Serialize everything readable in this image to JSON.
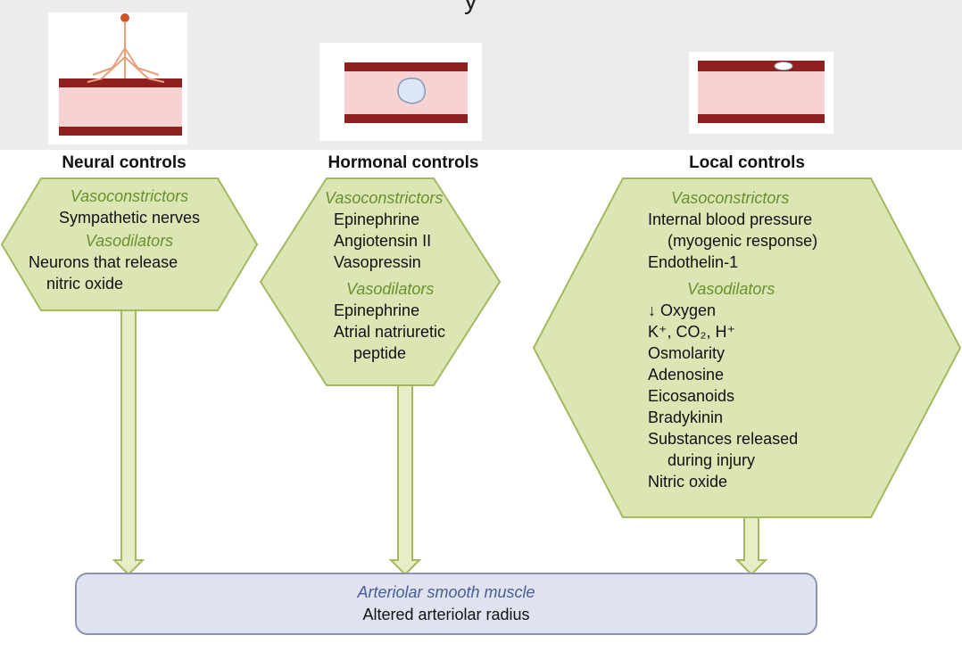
{
  "header": {
    "title_fragment": "y"
  },
  "columns": {
    "neural": {
      "title": "Neural controls",
      "vasoconstrictors_label": "Vasoconstrictors",
      "vasoconstrictors": [
        "Sympathetic nerves"
      ],
      "vasodilators_label": "Vasodilators",
      "vasodilators": [
        "Neurons that release",
        "nitric oxide"
      ]
    },
    "hormonal": {
      "title": "Hormonal controls",
      "vasoconstrictors_label": "Vasoconstrictors",
      "vasoconstrictors": [
        "Epinephrine",
        "Angiotensin II",
        "Vasopressin"
      ],
      "vasodilators_label": "Vasodilators",
      "vasodilators": [
        "Epinephrine",
        "Atrial natriuretic",
        "peptide"
      ]
    },
    "local": {
      "title": "Local controls",
      "vasoconstrictors_label": "Vasoconstrictors",
      "vasoconstrictors": [
        "Internal blood pressure",
        "(myogenic response)",
        "Endothelin-1"
      ],
      "vasodilators_label": "Vasodilators",
      "vasodilators": [
        "↓ Oxygen",
        "K⁺, CO₂, H⁺",
        "Osmolarity",
        "Adenosine",
        "Eicosanoids",
        "Bradykinin",
        "Substances released",
        "during injury",
        "Nitric oxide"
      ]
    }
  },
  "target": {
    "label": "Arteriolar smooth muscle",
    "effect": "Altered arteriolar radius"
  },
  "colors": {
    "hex_fill": "#dce6b4",
    "hex_stroke": "#a3b860",
    "heading_green": "#6a8f2e",
    "vessel_wall": "#8e2020",
    "vessel_lumen": "#f7d2d2",
    "muscle_fill": "#dfe3ef"
  }
}
